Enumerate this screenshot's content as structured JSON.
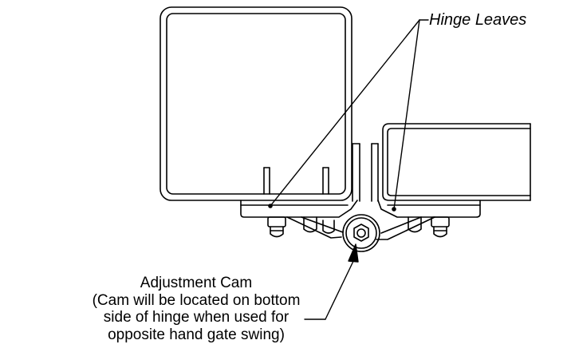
{
  "labels": {
    "hinge_leaves": "Hinge Leaves",
    "adjustment_cam": {
      "title": "Adjustment Cam",
      "note_lines": [
        "(Cam will be located on bottom",
        "side of hinge when used for",
        "opposite hand gate swing)"
      ]
    }
  },
  "colors": {
    "line": "#000000",
    "background": "#ffffff"
  }
}
